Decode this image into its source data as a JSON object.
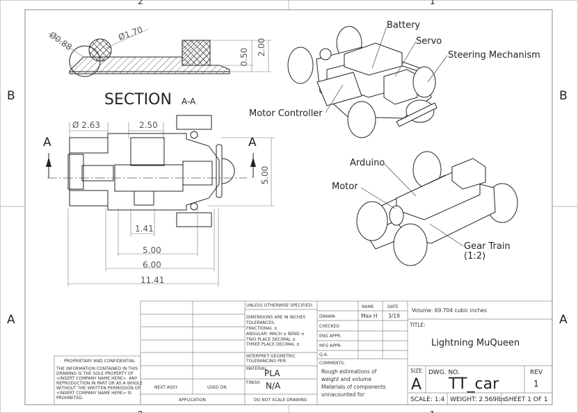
{
  "zones": {
    "left_b": "B",
    "right_b": "B",
    "left_a": "A",
    "right_a": "A",
    "top_2": "2",
    "top_1": "1",
    "bottom_2": "2",
    "bottom_1": "1"
  },
  "section": {
    "title": "SECTION",
    "sub": "A-A",
    "dims": {
      "dia_small": "Ø0.88",
      "dia_large": "Ø1.70",
      "h1": "0.50",
      "h2": "2.00"
    }
  },
  "plan": {
    "label_a_left": "A",
    "label_a_right": "A",
    "dims": {
      "d1": "Ø 2.63",
      "d2": "2.50",
      "d3": "1.41",
      "d4": "5.00",
      "d5": "6.00",
      "d6": "11.41",
      "height": "5.00"
    }
  },
  "callouts": {
    "battery": "Battery",
    "servo": "Servo",
    "steering": "Steering Mechanism",
    "motor_controller": "Motor Controller",
    "arduino": "Arduino",
    "motor": "Motor",
    "gear_train": "Gear Train",
    "gear_ratio": "(1:2)"
  },
  "title_block": {
    "unless": "UNLESS OTHERWISE SPECIFIED:",
    "dims_in": "DIMENSIONS ARE IN INCHES",
    "tolerances": "TOLERANCES:",
    "fractional": "FRACTIONAL ±",
    "angular": "ANGULAR: MACH ±    BEND ±",
    "two_place": "TWO PLACE DECIMAL   ±",
    "three_place": "THREE PLACE DECIMAL   ±",
    "interpret": "INTERPRET GEOMETRIC",
    "tolerancing": "TOLERANCING PER:",
    "material_label": "MATERIAL",
    "material": "PLA",
    "finish_label": "FINISH",
    "finish": "N/A",
    "do_not_scale": "DO NOT SCALE DRAWING",
    "next_assy": "NEXT ASSY",
    "used_on": "USED ON",
    "application": "APPLICATION",
    "name_hdr": "NAME",
    "date_hdr": "DATE",
    "drawn": "DRAWN",
    "drawn_name": "Max H",
    "drawn_date": "3/19",
    "checked": "CHECKED",
    "eng_appr": "ENG APPR.",
    "mfg_appr": "MFG APPR.",
    "qa": "Q.A.",
    "comments_label": "COMMENTS:",
    "comments": [
      "Rough estimations of",
      "weight and volume",
      "Materials of components",
      "unnacounted for"
    ],
    "volume": "Volume: 69.704 cubic inches",
    "title_label": "TITLE:",
    "title": "Lightning MuQueen",
    "size_label": "SIZE",
    "size": "A",
    "dwg_label": "DWG.  NO.",
    "dwg_no": "TT_car",
    "rev_label": "REV",
    "rev": "1",
    "scale": "SCALE: 1:4",
    "weight": "WEIGHT: 2.569lbs",
    "sheet": "SHEET 1 OF 1"
  },
  "proprietary": {
    "title": "PROPRIETARY AND CONFIDENTIAL",
    "lines": [
      "THE INFORMATION CONTAINED IN THIS",
      "DRAWING IS THE SOLE PROPERTY OF",
      "<INSERT COMPANY NAME HERE>.  ANY",
      "REPRODUCTION IN PART OR AS A WHOLE",
      "WITHOUT THE WRITTEN PERMISSION OF",
      "<INSERT COMPANY NAME HERE> IS",
      "PROHIBITED."
    ]
  }
}
